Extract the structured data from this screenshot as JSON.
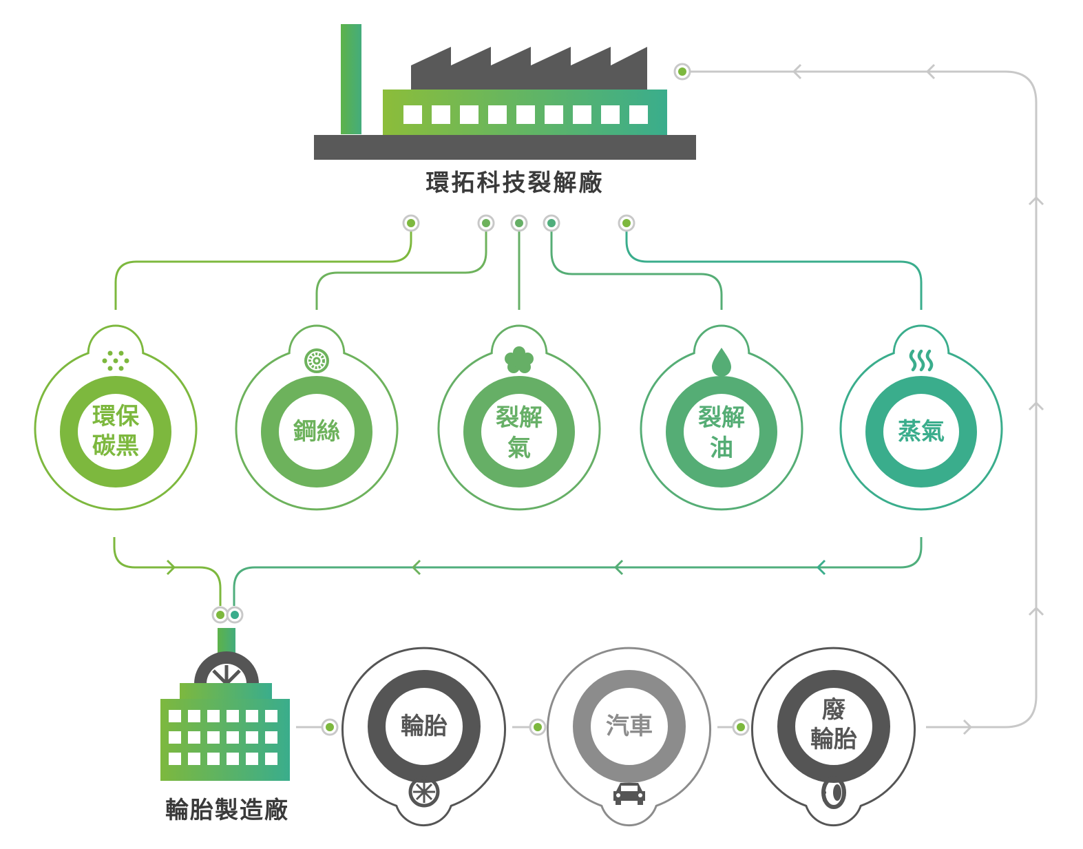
{
  "colors": {
    "green_light": "#7db83e",
    "green_mid": "#62ae6a",
    "green_teal": "#3aad8c",
    "gray_dark": "#5a5a5a",
    "gray_mid": "#8c8c8c",
    "line_gray": "#c8c8c8",
    "text_dark": "#3a3a3a"
  },
  "plant": {
    "label": "環拓科技裂解廠",
    "icon": "factory-icon"
  },
  "products": [
    {
      "id": "carbon-black",
      "line1": "環保",
      "line2": "碳黑",
      "icon": "particles-icon",
      "color": "#7db83e"
    },
    {
      "id": "steel-wire",
      "line1": "鋼絲",
      "line2": "",
      "icon": "steel-coil-icon",
      "color": "#6db25c"
    },
    {
      "id": "pyrolysis-gas",
      "line1": "裂解",
      "line2": "氣",
      "icon": "gas-cloud-icon",
      "color": "#66af66"
    },
    {
      "id": "pyrolysis-oil",
      "line1": "裂解",
      "line2": "油",
      "icon": "oil-drop-icon",
      "color": "#55ad75"
    },
    {
      "id": "steam",
      "line1": "蒸氣",
      "line2": "",
      "icon": "steam-icon",
      "color": "#3aad8c"
    }
  ],
  "tire_factory": {
    "label": "輪胎製造廠",
    "icon": "tire-factory-icon"
  },
  "cycle": [
    {
      "id": "tire",
      "line1": "輪胎",
      "line2": "",
      "icon": "wheel-icon",
      "color": "#555555"
    },
    {
      "id": "car",
      "line1": "汽車",
      "line2": "",
      "icon": "car-icon",
      "color": "#8c8c8c"
    },
    {
      "id": "waste-tire",
      "line1": "廢",
      "line2": "輪胎",
      "icon": "waste-tire-icon",
      "color": "#555555"
    }
  ]
}
